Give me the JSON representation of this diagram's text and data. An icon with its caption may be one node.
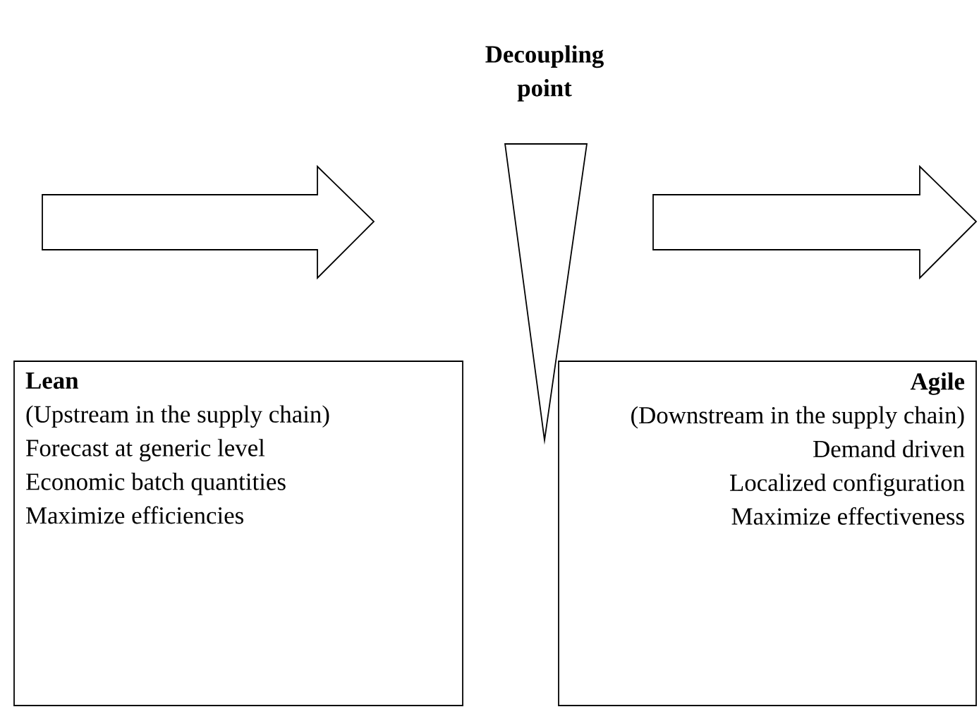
{
  "diagram": {
    "nodes": [
      {
        "text": [],
        "shape": "arrow"
      },
      {
        "text": [
          "Decoupling point"
        ]
      },
      {
        "text": [],
        "shape": "arrow"
      },
      {
        "text": [
          "Lean",
          "(Upstream in the supply chain)",
          "Forecast at generic level",
          "Economic batch quantities",
          "Maximize efficiencies"
        ]
      },
      {
        "text": [
          "Agile",
          "(Downstream in the supply chain)",
          "Demand driven",
          "Localized configuration",
          "Maximize effectiveness"
        ]
      }
    ]
  }
}
